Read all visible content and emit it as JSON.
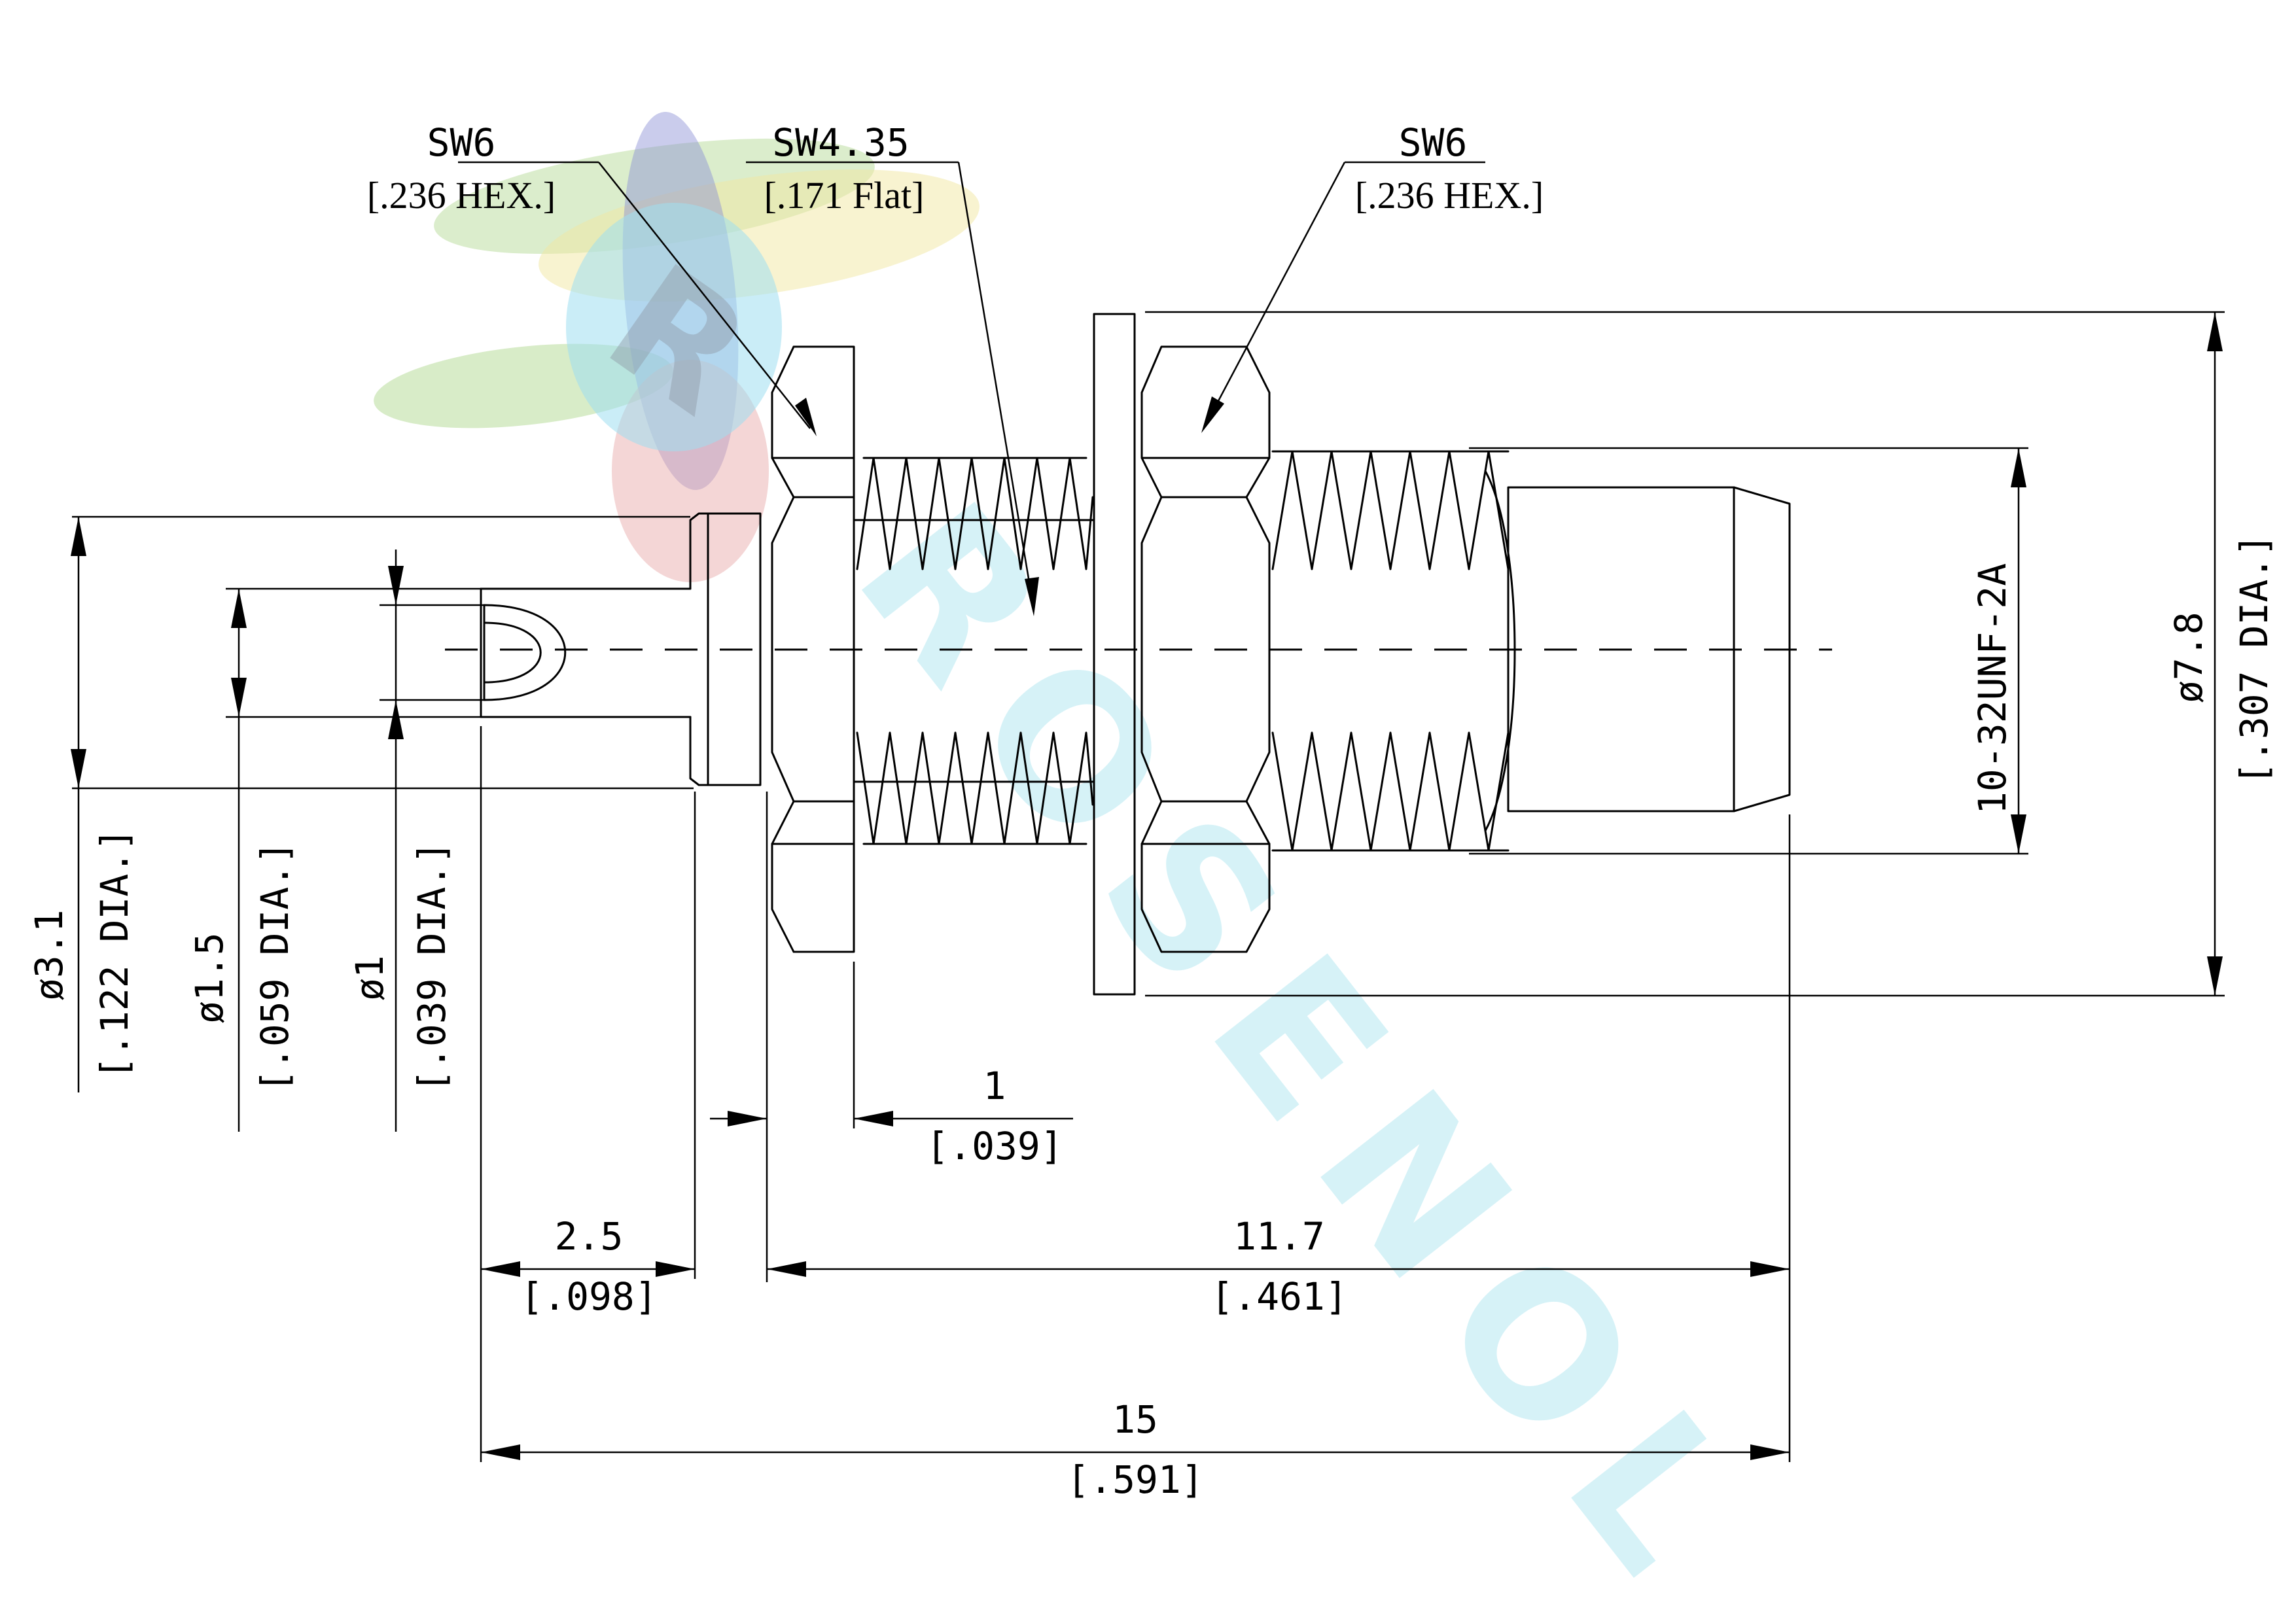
{
  "watermark": {
    "text": "ROSENOL",
    "logo_letter": "R",
    "colors": {
      "cyan": "#9fdff0",
      "blue": "#8a8fd4",
      "green": "#b8dc9a",
      "yellow": "#f2e7a1",
      "red": "#e7a3a3"
    }
  },
  "callouts": {
    "left_hex": {
      "size": "SW6",
      "inch": "[.236 HEX.]"
    },
    "flat": {
      "size": "SW4.35",
      "inch": "[.171 Flat]"
    },
    "right_hex": {
      "size": "SW6",
      "inch": "[.236 HEX.]"
    }
  },
  "dimensions": {
    "d31": {
      "mm": "ø3.1",
      "inch": "[.122 DIA.]"
    },
    "d15": {
      "mm": "ø1.5",
      "inch": "[.059 DIA.]"
    },
    "d1": {
      "mm": "ø1",
      "inch": "[.039 DIA.]"
    },
    "d78": {
      "mm": "ø7.8",
      "inch": "[.307 DIA.]"
    },
    "thread": {
      "label": "10-32UNF-2A"
    },
    "len1": {
      "mm": "1",
      "inch": "[.039]"
    },
    "len25": {
      "mm": "2.5",
      "inch": "[.098]"
    },
    "len117": {
      "mm": "11.7",
      "inch": "[.461]"
    },
    "len15": {
      "mm": "15",
      "inch": "[.591]"
    }
  }
}
